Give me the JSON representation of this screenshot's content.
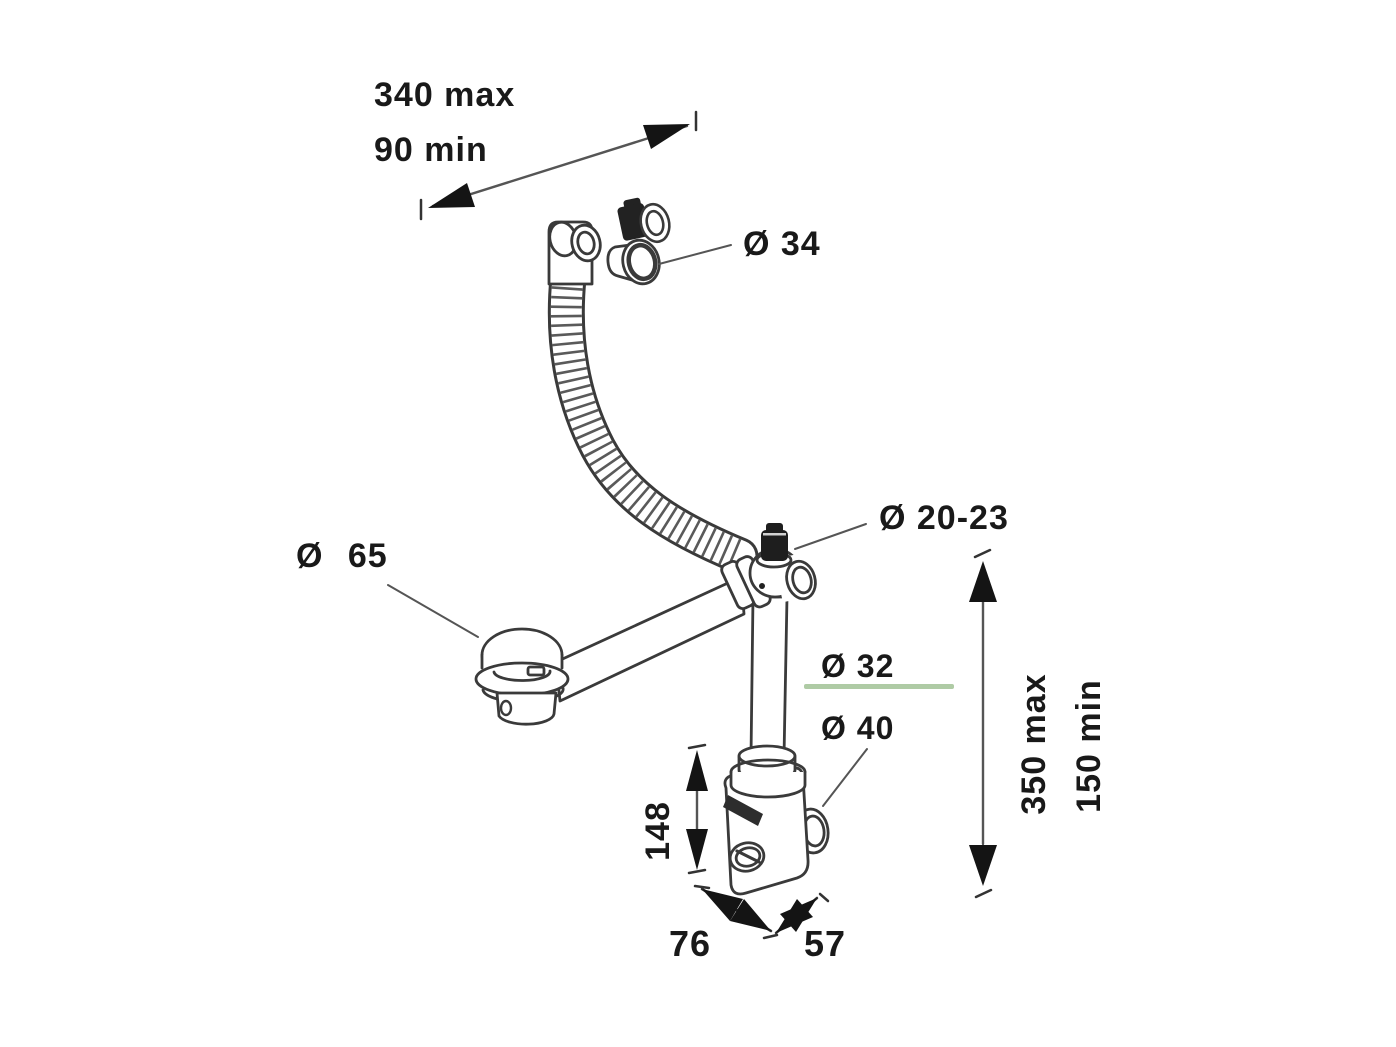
{
  "dimensions": {
    "horizontal_span": {
      "max": "340 max",
      "min": "90 min"
    },
    "overflow_cap_diameter": "Ø 34",
    "overflow_knob_diameter": "Ø 20-23",
    "waste_plug_diameter": "Ø 65",
    "standpipe_diameter": "Ø 32",
    "outlet_diameter": "Ø 40",
    "trap_body_height": "148",
    "vertical_span": {
      "max": "350 max",
      "min": "150 min"
    },
    "trap_depth_front": "76",
    "trap_depth_side": "57"
  },
  "colors": {
    "line": "#3a3a3a",
    "dim_line": "#555555",
    "arrow_fill": "#141414",
    "text": "#191919",
    "highlight_underline": "#afcba5",
    "background": "#ffffff"
  }
}
